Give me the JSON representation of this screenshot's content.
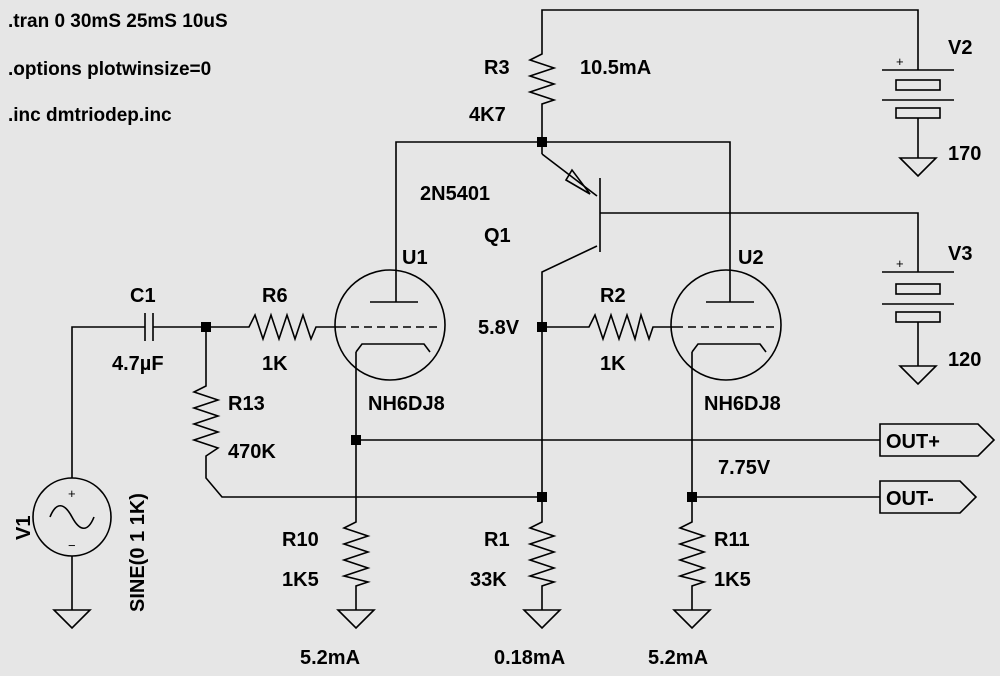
{
  "directives": [
    ".tran 0 30mS 25mS 10uS",
    ".options plotwinsize=0",
    ".inc dmtriodep.inc"
  ],
  "sources": {
    "v1": {
      "name": "V1",
      "value": "SINE(0 1 1K)"
    },
    "v2": {
      "name": "V2",
      "value": "170"
    },
    "v3": {
      "name": "V3",
      "value": "120"
    }
  },
  "capacitors": {
    "c1": {
      "name": "C1",
      "value": "4.7µF"
    }
  },
  "resistors": {
    "r1": {
      "name": "R1",
      "value": "33K"
    },
    "r2": {
      "name": "R2",
      "value": "1K"
    },
    "r3": {
      "name": "R3",
      "value": "4K7"
    },
    "r6": {
      "name": "R6",
      "value": "1K"
    },
    "r10": {
      "name": "R10",
      "value": "1K5"
    },
    "r11": {
      "name": "R11",
      "value": "1K5"
    },
    "r13": {
      "name": "R13",
      "value": "470K"
    }
  },
  "tubes": {
    "u1": {
      "name": "U1",
      "model": "NH6DJ8"
    },
    "u2": {
      "name": "U2",
      "model": "NH6DJ8"
    }
  },
  "transistor": {
    "name": "Q1",
    "model": "2N5401"
  },
  "ports": {
    "out_plus": "OUT+",
    "out_minus": "OUT-"
  },
  "annotations": {
    "r3_current": "10.5mA",
    "grid_voltage": "5.8V",
    "cathode_voltage": "7.75V",
    "r10_current": "5.2mA",
    "r1_current": "0.18mA",
    "r11_current": "5.2mA"
  },
  "polarity": {
    "plus": "+",
    "minus": "−"
  }
}
